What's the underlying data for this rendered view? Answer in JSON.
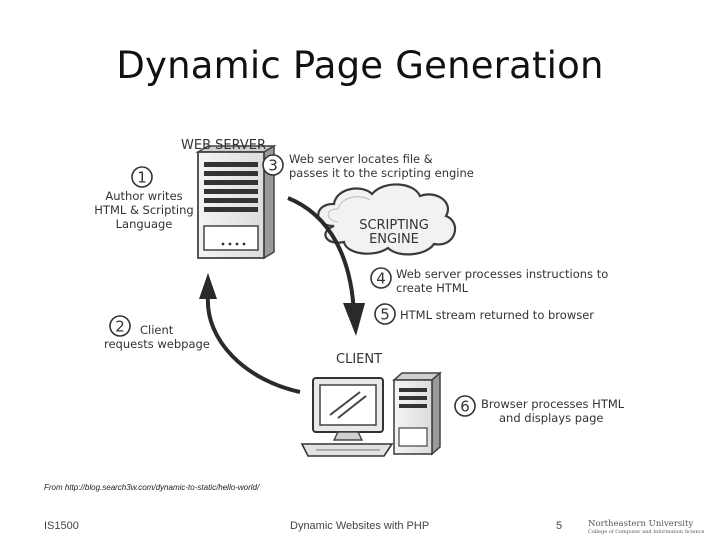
{
  "slide": {
    "title": "Dynamic Page Generation"
  },
  "diagram": {
    "web_server_label": "WEB SERVER",
    "client_label": "CLIENT",
    "scripting_engine": [
      "SCRIPTING",
      "ENGINE"
    ],
    "steps": [
      {
        "number": "1",
        "lines": [
          "Author writes",
          "HTML & Scripting",
          "Language"
        ]
      },
      {
        "number": "2",
        "lines": [
          "Client",
          "requests webpage"
        ]
      },
      {
        "number": "3",
        "lines": [
          "Web server locates file &",
          "passes it to the scripting engine"
        ]
      },
      {
        "number": "4",
        "lines": [
          "Web server processes instructions to",
          "create HTML"
        ]
      },
      {
        "number": "5",
        "lines": [
          "HTML stream returned to browser"
        ]
      },
      {
        "number": "6",
        "lines": [
          "Browser processes HTML",
          "and displays page"
        ]
      }
    ]
  },
  "source": "From http://blog.search3w.com/dynamic-to-static/hello-world/",
  "footer": {
    "course": "IS1500",
    "topic": "Dynamic Websites with PHP",
    "page": "5",
    "logo": [
      "Northeastern University",
      "College of Computer and Information Science"
    ]
  }
}
